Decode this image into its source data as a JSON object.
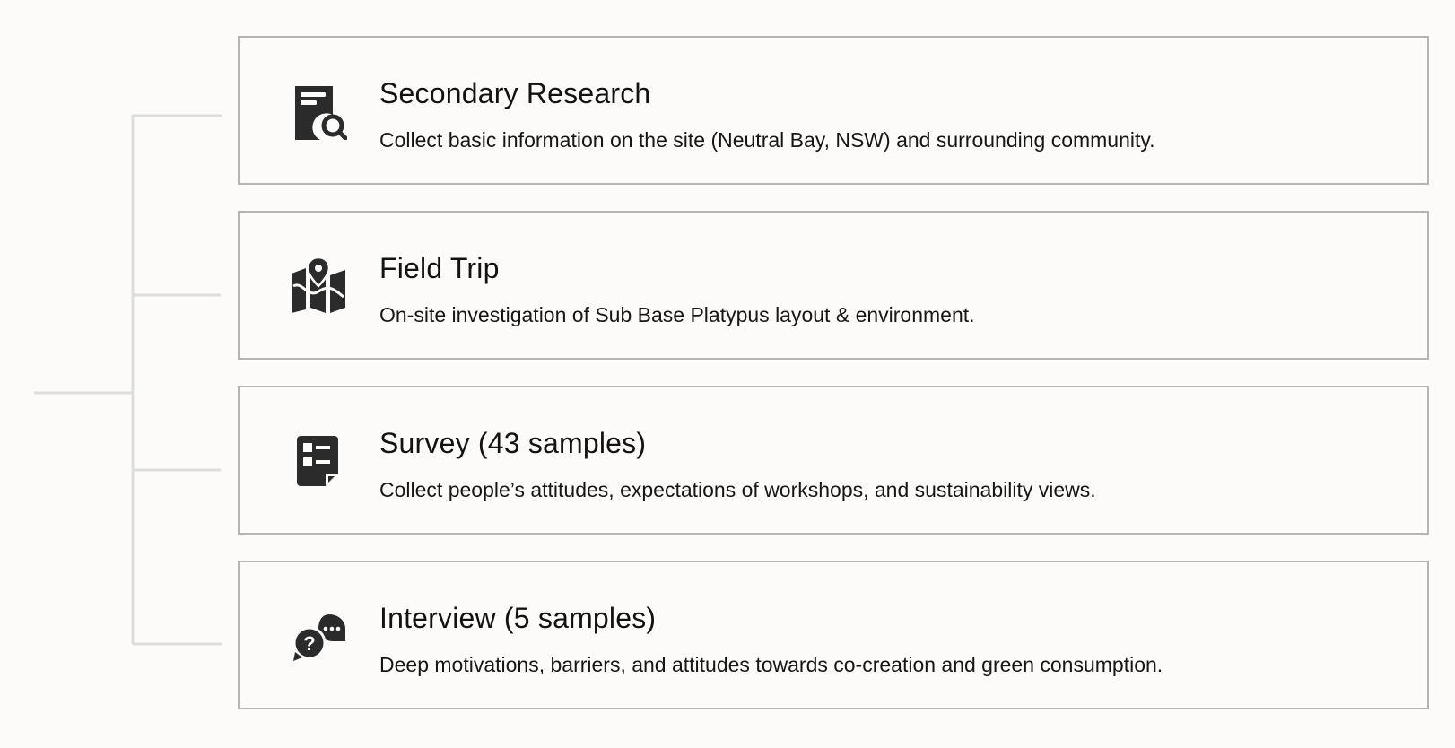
{
  "colors": {
    "background": "#fcfbf9",
    "card_border": "#b5b5b5",
    "connector": "#dddddd",
    "icon": "#2b2b2b",
    "text": "#121212"
  },
  "methods": [
    {
      "icon": "document-search-icon",
      "title": "Secondary Research",
      "description": "Collect basic information on the site (Neutral Bay, NSW) and surrounding community."
    },
    {
      "icon": "map-pin-icon",
      "title": "Field Trip",
      "description": "On-site investigation of Sub Base Platypus layout & environment."
    },
    {
      "icon": "survey-checklist-icon",
      "title": "Survey (43 samples)",
      "description": "Collect people’s attitudes, expectations of workshops, and sustainability views."
    },
    {
      "icon": "chat-question-icon",
      "title": "Interview (5 samples)",
      "description": "Deep motivations, barriers, and attitudes towards co-creation and green consumption."
    }
  ]
}
